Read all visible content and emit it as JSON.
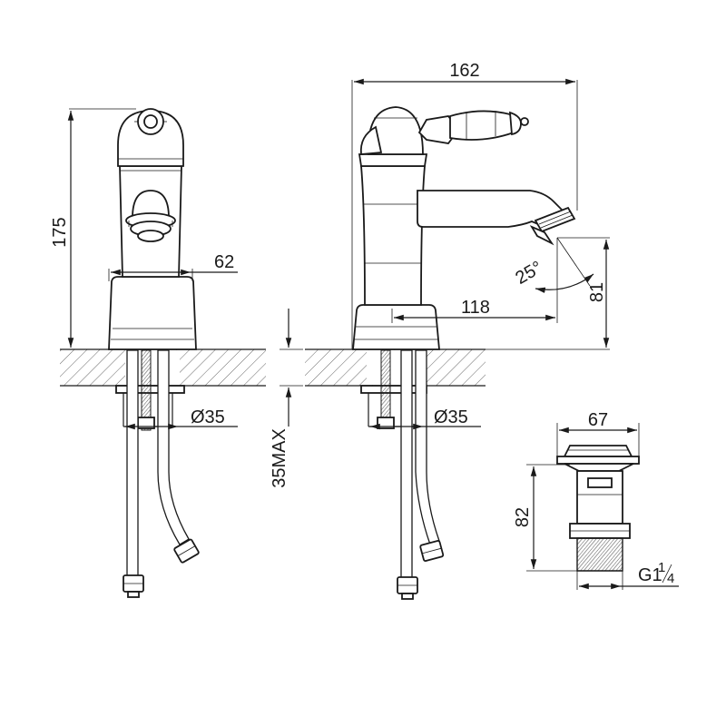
{
  "dimensions": {
    "front_height": "175",
    "front_base_width": "62",
    "front_hole_diameter": "Ø35",
    "side_total_length": "162",
    "side_spout_reach": "118",
    "side_spout_height": "81",
    "side_spray_angle": "25°",
    "side_hole_diameter": "Ø35",
    "counter_thickness": "35MAX",
    "drain_width": "67",
    "drain_height": "82",
    "drain_thread_main": "G1",
    "drain_thread_num": "1",
    "drain_thread_den": "4"
  },
  "icons": {
    "arrow": "dimension-arrow-icon"
  }
}
